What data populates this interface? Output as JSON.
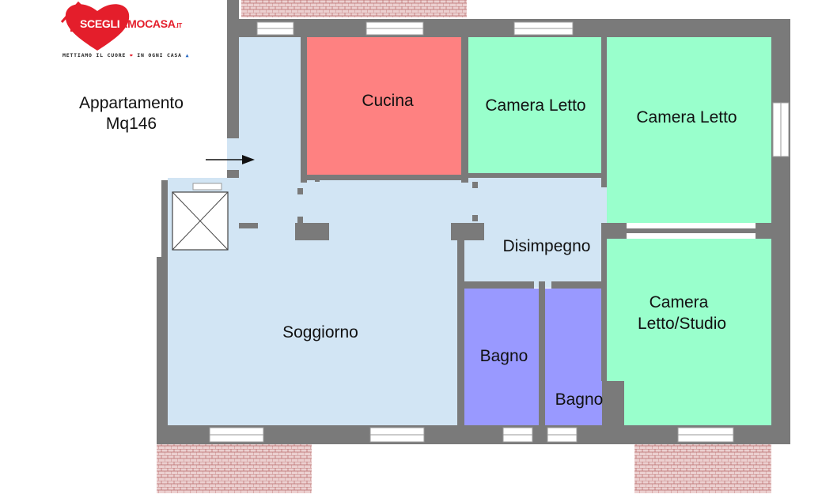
{
  "brand": {
    "name_part1": "SCEGLI",
    "name_part2": "AMOCASA",
    "name_suffix": ".IT",
    "tagline_part1": "METTIAMO IL CUORE",
    "tagline_part2": "IN OGNI CASA",
    "colors": {
      "red": "#e41e2b",
      "blue": "#2b6cc4"
    }
  },
  "listing": {
    "line1": "Appartamento",
    "line2": "Mq146"
  },
  "rooms": {
    "cucina": "Cucina",
    "camera1": "Camera Letto",
    "camera2": "Camera Letto",
    "disimpegno": "Disimpegno",
    "soggiorno": "Soggiorno",
    "camera_studio_line1": "Camera",
    "camera_studio_line2": "Letto/Studio",
    "bagno1": "Bagno",
    "bagno2": "Bagno"
  },
  "colors": {
    "wall": "#7a7a7a",
    "living": "#d2e5f4",
    "kitchen": "#fe8181",
    "bedroom": "#99ffcc",
    "bathroom": "#9999ff",
    "balcony": "#e9c4c4"
  },
  "icons": [
    "heart-icon",
    "house-icon",
    "arrow-icon",
    "elevator-shaft-icon"
  ]
}
